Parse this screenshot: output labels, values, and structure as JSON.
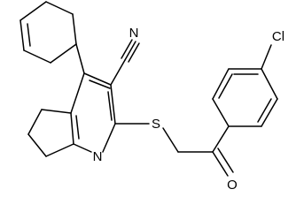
{
  "molecule": {
    "atom_labels": {
      "nitrile_nitrogen": "N",
      "ring_nitrogen": "N",
      "sulfur": "S",
      "oxygen": "O",
      "chlorine": "Cl"
    }
  },
  "colors": {
    "background": "#ffffff",
    "bond": "#000000",
    "label": "#000000"
  }
}
